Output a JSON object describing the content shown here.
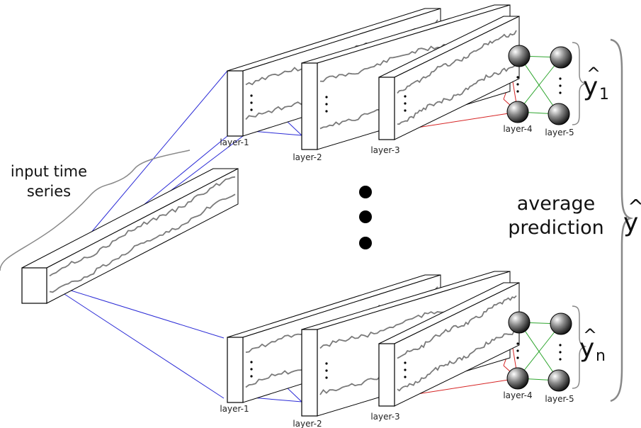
{
  "input": {
    "label_line1": "input time",
    "label_line2": "series"
  },
  "top_branch": {
    "layers": [
      "layer-1",
      "layer-2",
      "layer-3",
      "layer-4",
      "layer-5"
    ],
    "output_symbol": "y",
    "output_hat": "^",
    "output_subscript": "1"
  },
  "bottom_branch": {
    "layers": [
      "layer-1",
      "layer-2",
      "layer-3",
      "layer-4",
      "layer-5"
    ],
    "output_symbol": "y",
    "output_hat": "^",
    "output_subscript": "n"
  },
  "ensemble": {
    "label_line1": "average",
    "label_line2": "prediction",
    "output_symbol": "y",
    "output_hat": "^"
  },
  "colors": {
    "input_connections": "#2b2bd6",
    "conv_connections": "#2b2bd6",
    "conv_to_dense": "#d62424",
    "dense_connections": "#2ea52e",
    "signal": "#7a7a7a",
    "outline": "#000000",
    "brace": "#888888"
  }
}
